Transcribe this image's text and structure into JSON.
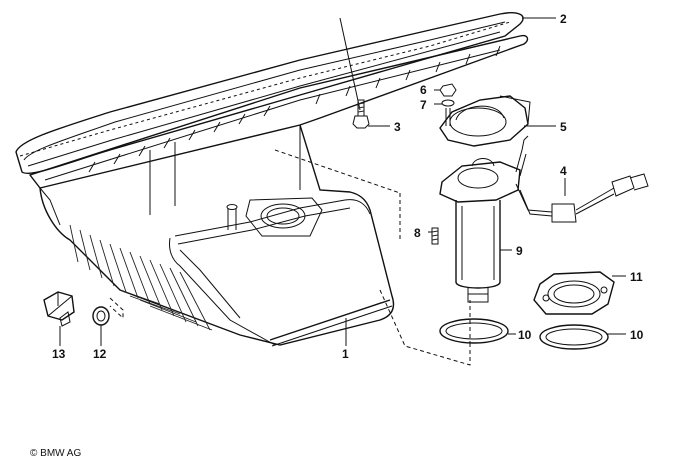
{
  "diagram": {
    "copyright": "© BMW AG",
    "callouts": [
      {
        "id": "c1",
        "text": "1"
      },
      {
        "id": "c2",
        "text": "2"
      },
      {
        "id": "c3",
        "text": "3"
      },
      {
        "id": "c4",
        "text": "4"
      },
      {
        "id": "c5",
        "text": "5"
      },
      {
        "id": "c6",
        "text": "6"
      },
      {
        "id": "c7",
        "text": "7"
      },
      {
        "id": "c8",
        "text": "8"
      },
      {
        "id": "c9",
        "text": "9"
      },
      {
        "id": "c10a",
        "text": "10"
      },
      {
        "id": "c10b",
        "text": "10"
      },
      {
        "id": "c11",
        "text": "11"
      },
      {
        "id": "c12",
        "text": "12"
      },
      {
        "id": "c13",
        "text": "13"
      }
    ]
  }
}
